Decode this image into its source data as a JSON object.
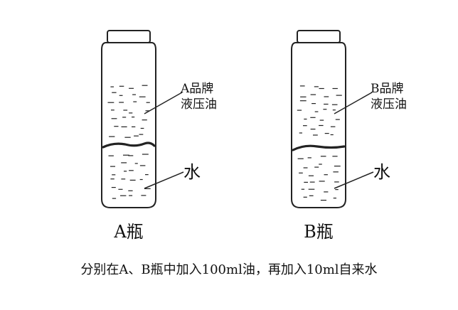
{
  "bottles": [
    {
      "name_label": "A瓶",
      "oil_label_line1": "A品牌",
      "oil_label_line2": "液压油",
      "water_label": "水"
    },
    {
      "name_label": "B瓶",
      "oil_label_line1": "B品牌",
      "oil_label_line2": "液压油",
      "water_label": "水"
    }
  ],
  "caption": "分别在A、B瓶中加入100ml油，再加入10ml自来水"
}
